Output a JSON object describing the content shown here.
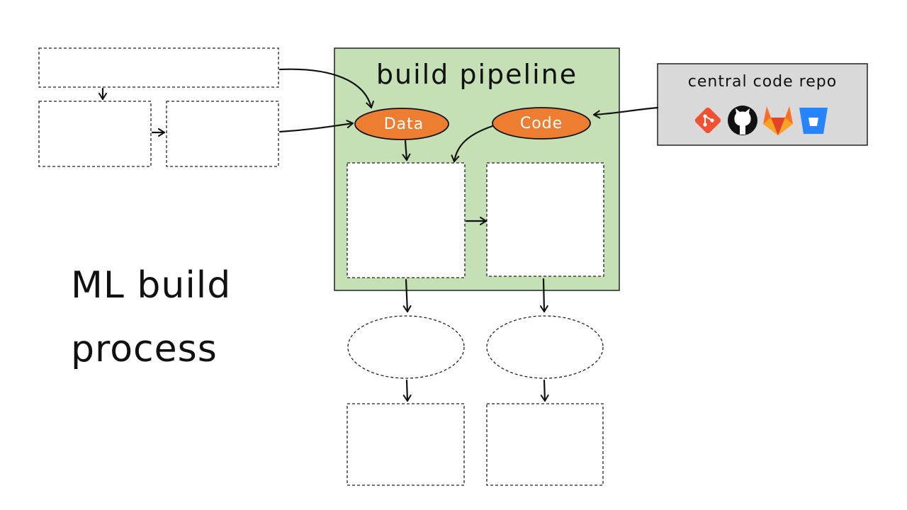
{
  "title": {
    "line1": "ML build",
    "line2": "process"
  },
  "pipeline": {
    "title": "build pipeline",
    "background_color": "#c5e0b4",
    "nodes": {
      "data": "Data",
      "code": "Code"
    },
    "node_color": "#ed7d31"
  },
  "repo": {
    "title": "central code repo",
    "background_color": "#d9d9d9",
    "icons": [
      "git-icon",
      "github-icon",
      "gitlab-icon",
      "bitbucket-icon"
    ]
  }
}
